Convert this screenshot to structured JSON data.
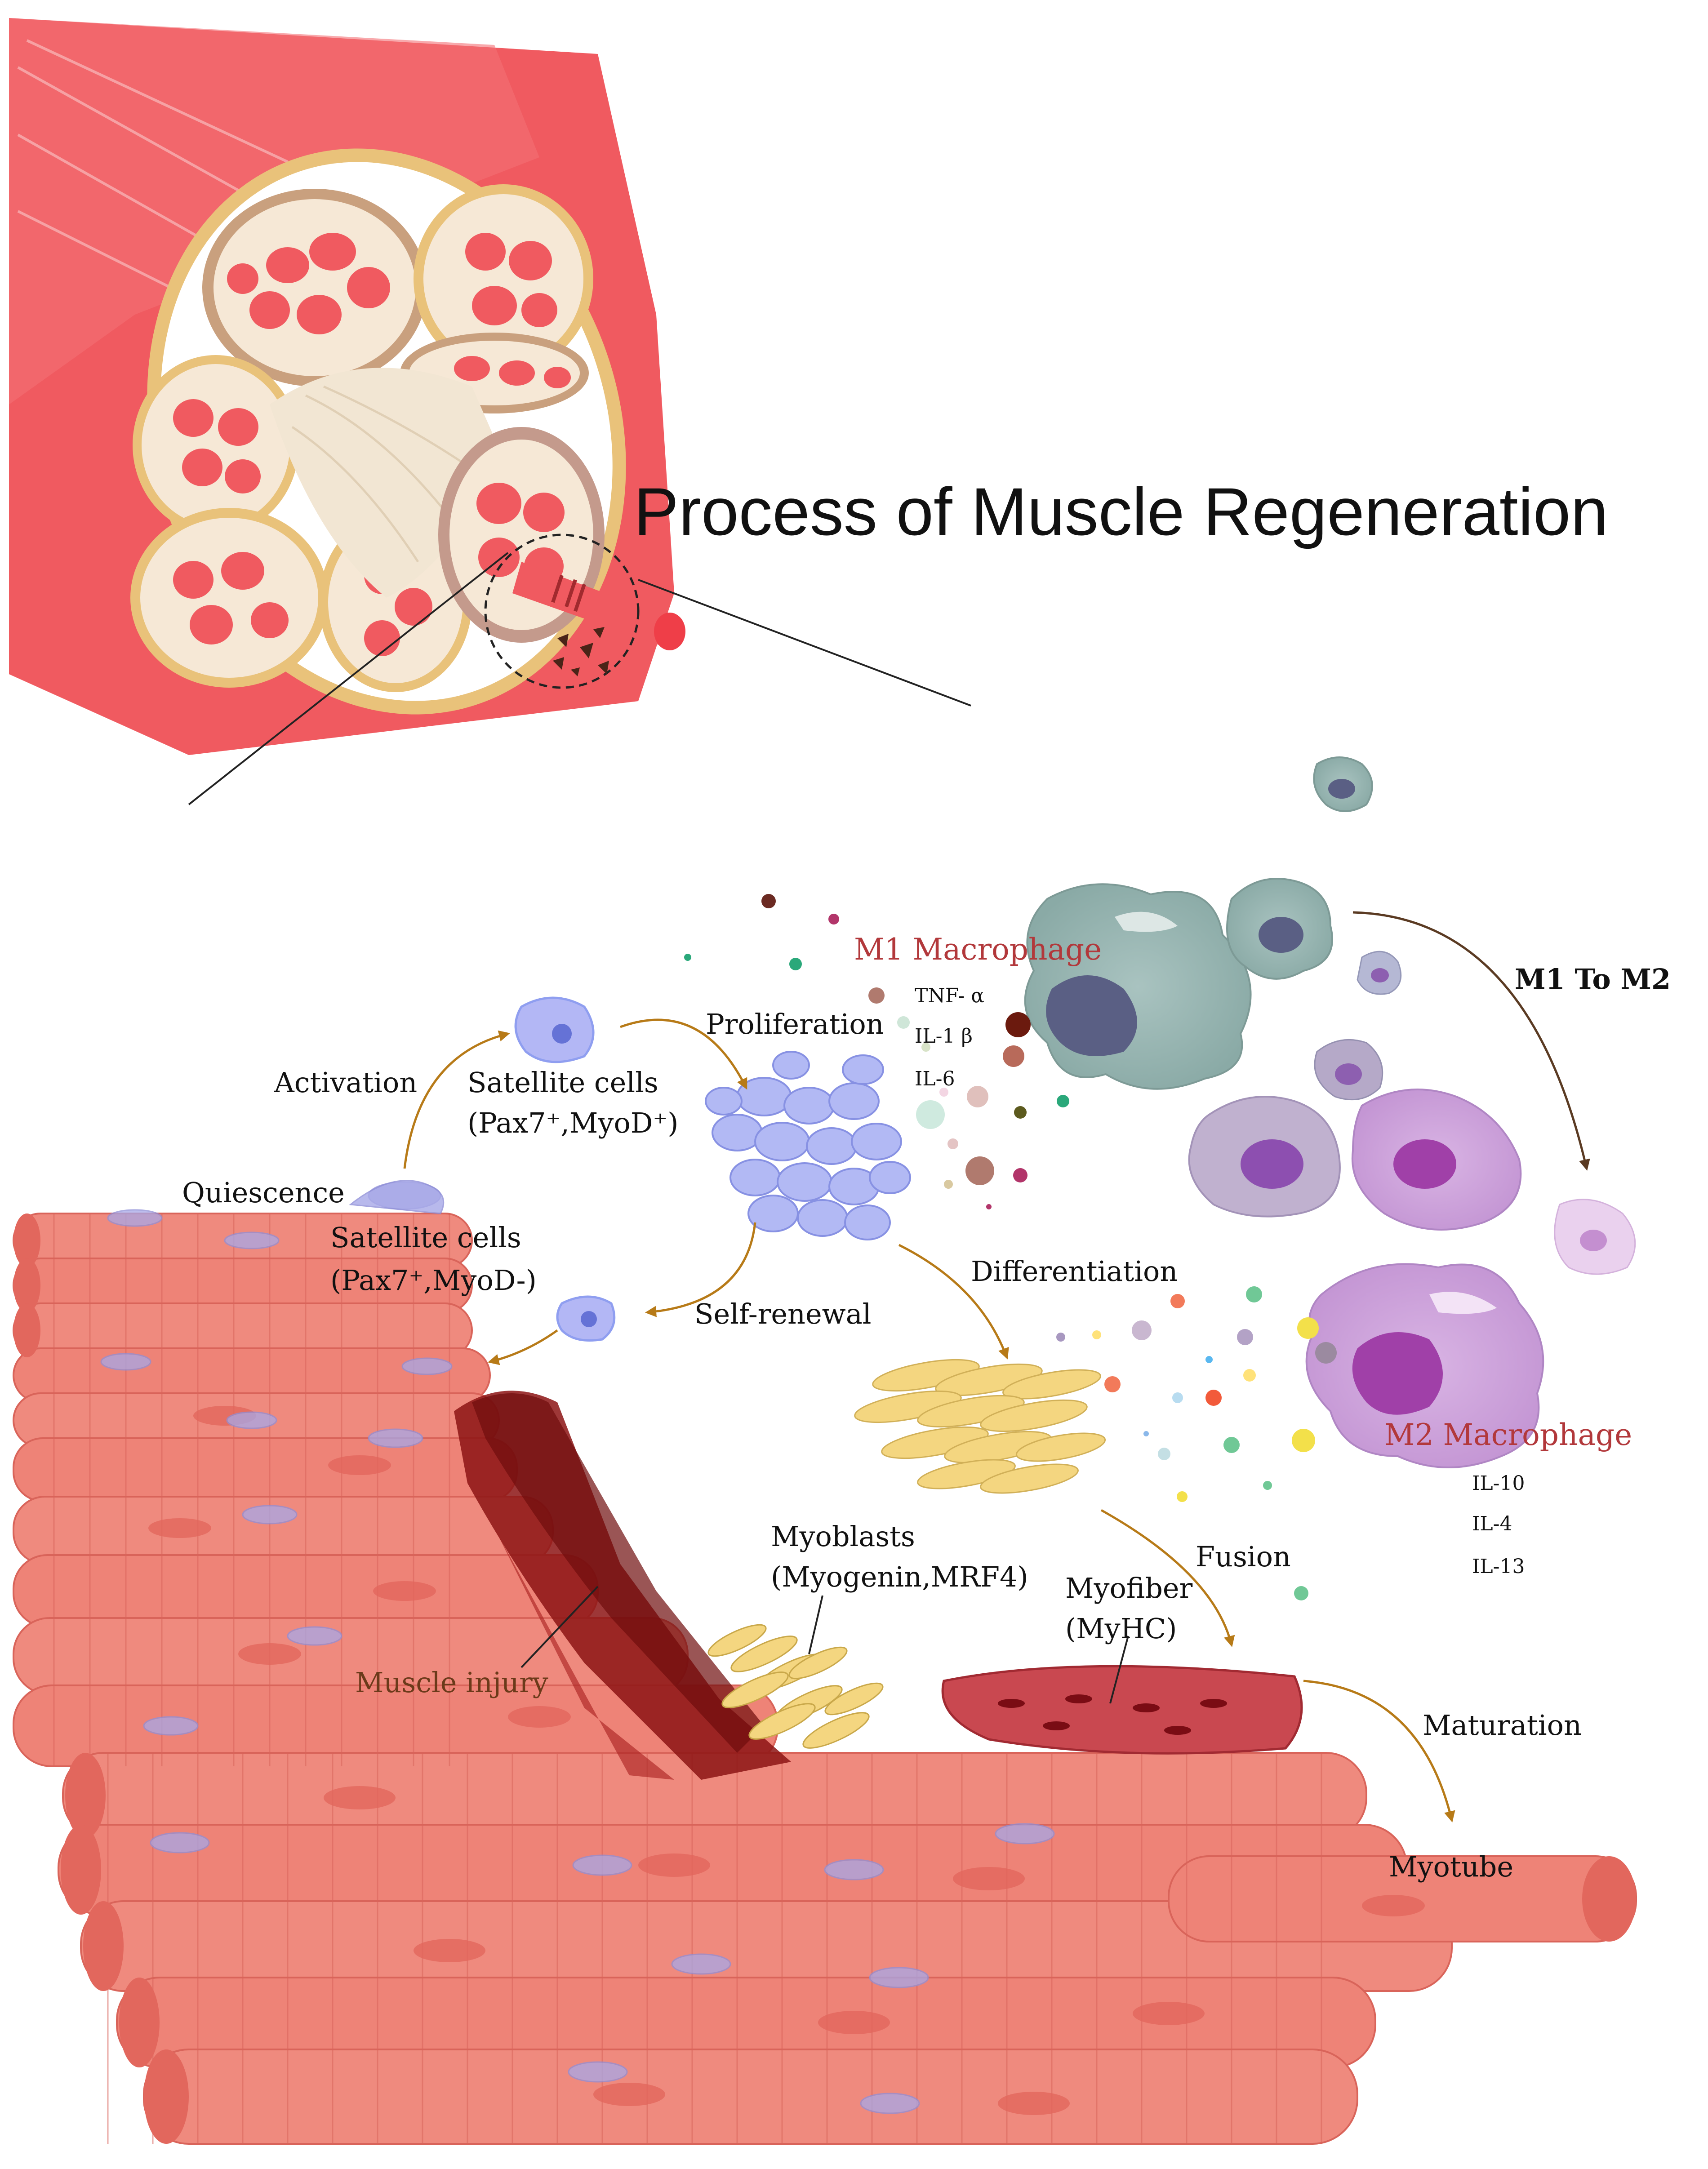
{
  "title": "Process of Muscle Regeneration",
  "labels": {
    "activation": "Activation",
    "proliferation": "Proliferation",
    "quiescence": "Quiescence",
    "satellite_active_line1": "Satellite cells",
    "satellite_active_line2": "(Pax7⁺,MyoD⁺)",
    "satellite_quiescent_line1": "Satellite cells",
    "satellite_quiescent_line2": "(Pax7⁺,MyoD-)",
    "self_renewal": "Self-renewal",
    "differentiation": "Differentiation",
    "myoblasts_line1": "Myoblasts",
    "myoblasts_line2": "(Myogenin,MRF4)",
    "myofiber_line1": "Myofiber",
    "myofiber_line2": "(MyHC)",
    "fusion": "Fusion",
    "maturation": "Maturation",
    "myotube": "Myotube",
    "muscle_injury": "Muscle injury",
    "m1_macrophage": "M1 Macrophage",
    "m2_macrophage": "M2 Macrophage",
    "m1_to_m2": "M1 To M2"
  },
  "m1_cytokines": [
    "TNF- α",
    "IL-1 β",
    "IL-6"
  ],
  "m2_cytokines": [
    "IL-10",
    "IL-4",
    "IL-13"
  ],
  "colors": {
    "muscle_red": "#f05a60",
    "fiber_salmon": "#ef8a7e",
    "fiber_dark": "#e2675d",
    "satellite_blue": "#8f9ef0",
    "m1_teal": "#8aaaa6",
    "m2_purple": "#c49ad4",
    "injury_dark": "#8c1414",
    "myoblast_yellow": "#f4d680",
    "arrow_brown": "#b77a17",
    "label_red": "#b2383b"
  }
}
